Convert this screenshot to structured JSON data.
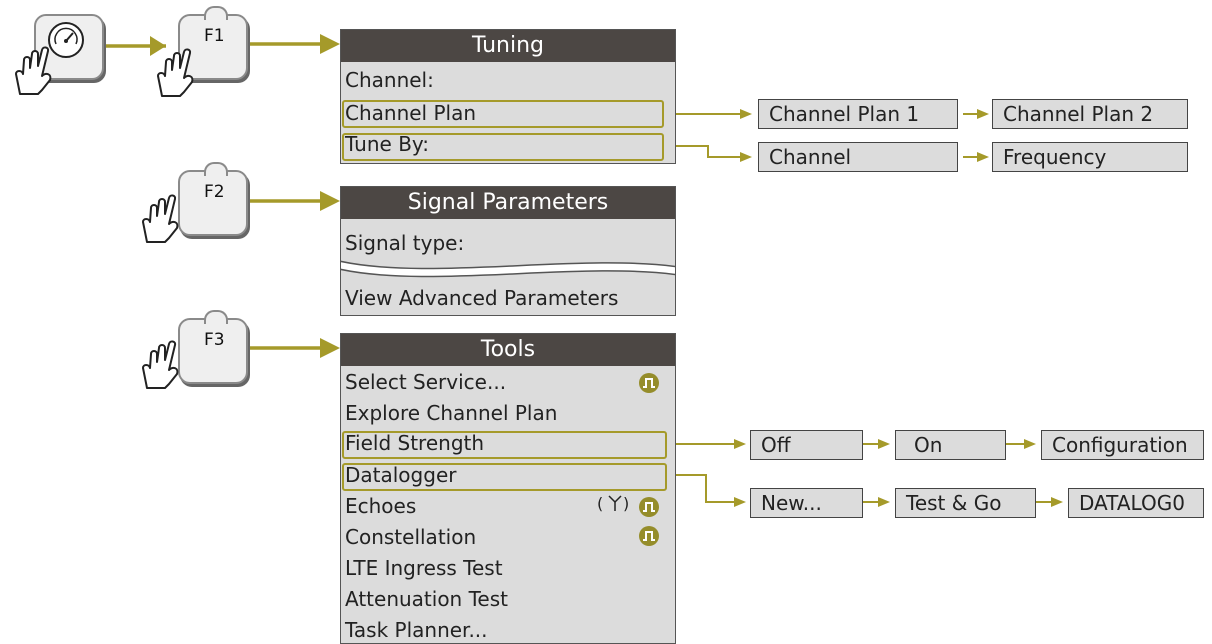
{
  "colors": {
    "arrow": "#a59a2a",
    "title_bg": "#4c4744",
    "panel_bg": "#dcdcdc",
    "icon": "#958d2b"
  },
  "keys": [
    {
      "label": "",
      "icon": "gauge-icon"
    },
    {
      "label": "F1"
    },
    {
      "label": "F2"
    },
    {
      "label": "F3"
    }
  ],
  "tuning": {
    "title": "Tuning",
    "items": [
      "Channel:",
      "Channel Plan",
      "Tune By:"
    ]
  },
  "signal": {
    "title": "Signal Parameters",
    "items": [
      "Signal type:",
      "View Advanced Parameters"
    ]
  },
  "tools": {
    "title": "Tools",
    "items": [
      "Select Service...",
      "Explore Channel Plan",
      "Field Strength",
      "Datalogger",
      "Echoes",
      "Constellation",
      "LTE Ingress Test",
      "Attenuation Test",
      "Task Planner..."
    ]
  },
  "options": {
    "channel_plan": [
      "Channel Plan 1",
      "Channel Plan 2"
    ],
    "tune_by": [
      "Channel",
      "Frequency"
    ],
    "field_strength": [
      "Off",
      "On",
      "Configuration"
    ],
    "datalogger": [
      "New...",
      "Test & Go",
      "DATALOG0"
    ]
  }
}
